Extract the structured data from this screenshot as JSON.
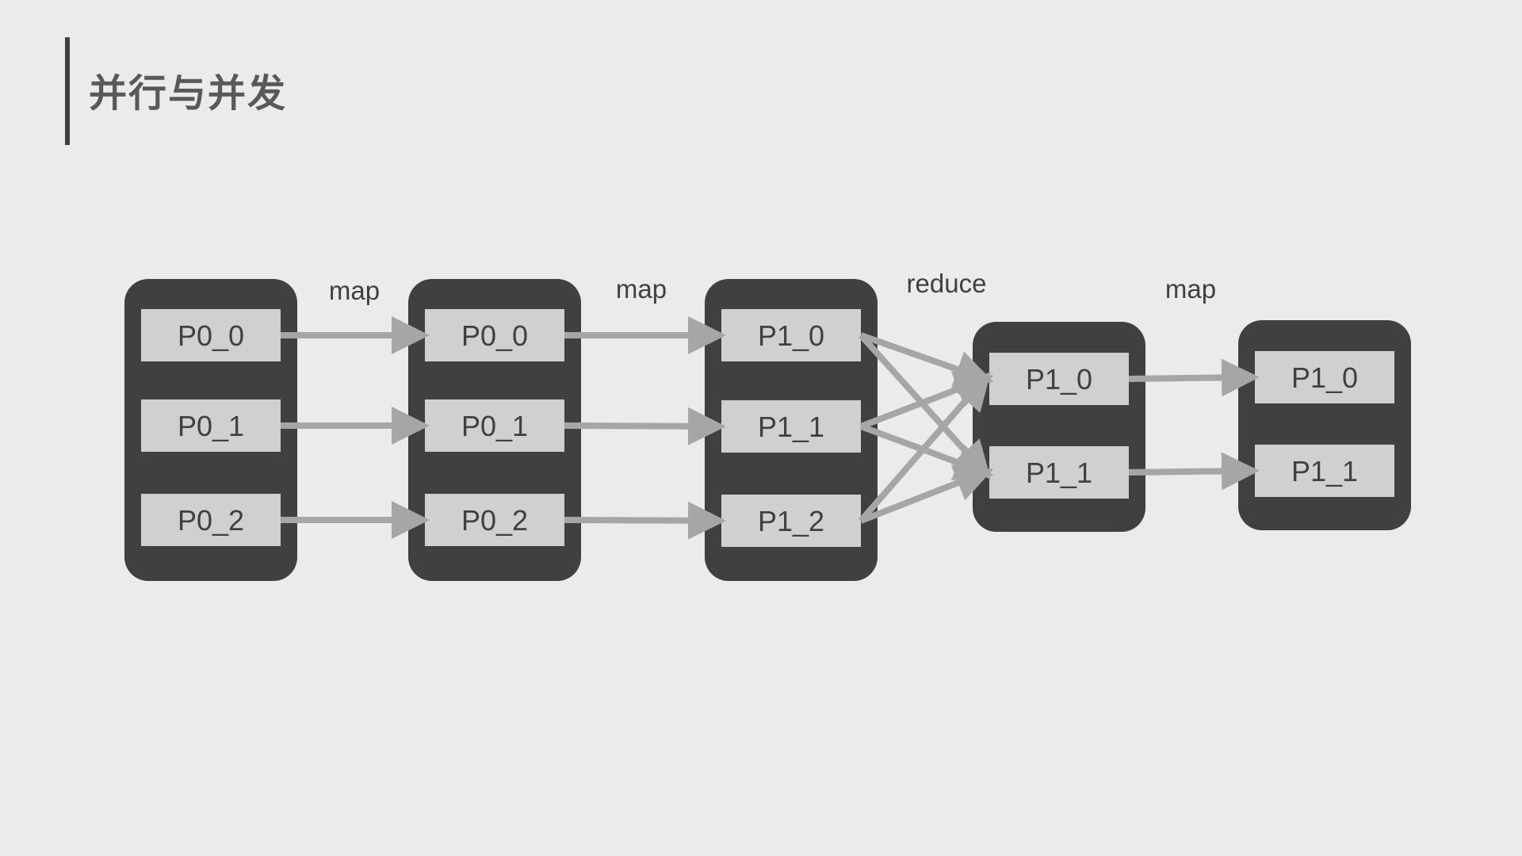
{
  "title": "并行与并发",
  "operations": [
    "map",
    "map",
    "reduce",
    "map"
  ],
  "stages": [
    {
      "partitions": [
        "P0_0",
        "P0_1",
        "P0_2"
      ]
    },
    {
      "partitions": [
        "P0_0",
        "P0_1",
        "P0_2"
      ]
    },
    {
      "partitions": [
        "P1_0",
        "P1_1",
        "P1_2"
      ]
    },
    {
      "partitions": [
        "P1_0",
        "P1_1"
      ]
    },
    {
      "partitions": [
        "P1_0",
        "P1_1"
      ]
    }
  ],
  "edges": [
    {
      "from": [
        0,
        0
      ],
      "to": [
        1,
        0
      ]
    },
    {
      "from": [
        0,
        1
      ],
      "to": [
        1,
        1
      ]
    },
    {
      "from": [
        0,
        2
      ],
      "to": [
        1,
        2
      ]
    },
    {
      "from": [
        1,
        0
      ],
      "to": [
        2,
        0
      ]
    },
    {
      "from": [
        1,
        1
      ],
      "to": [
        2,
        1
      ]
    },
    {
      "from": [
        1,
        2
      ],
      "to": [
        2,
        2
      ]
    },
    {
      "from": [
        2,
        0
      ],
      "to": [
        3,
        0
      ]
    },
    {
      "from": [
        2,
        0
      ],
      "to": [
        3,
        1
      ]
    },
    {
      "from": [
        2,
        1
      ],
      "to": [
        3,
        0
      ]
    },
    {
      "from": [
        2,
        1
      ],
      "to": [
        3,
        1
      ]
    },
    {
      "from": [
        2,
        2
      ],
      "to": [
        3,
        0
      ]
    },
    {
      "from": [
        2,
        2
      ],
      "to": [
        3,
        1
      ]
    },
    {
      "from": [
        3,
        0
      ],
      "to": [
        4,
        0
      ]
    },
    {
      "from": [
        3,
        1
      ],
      "to": [
        4,
        1
      ]
    }
  ]
}
